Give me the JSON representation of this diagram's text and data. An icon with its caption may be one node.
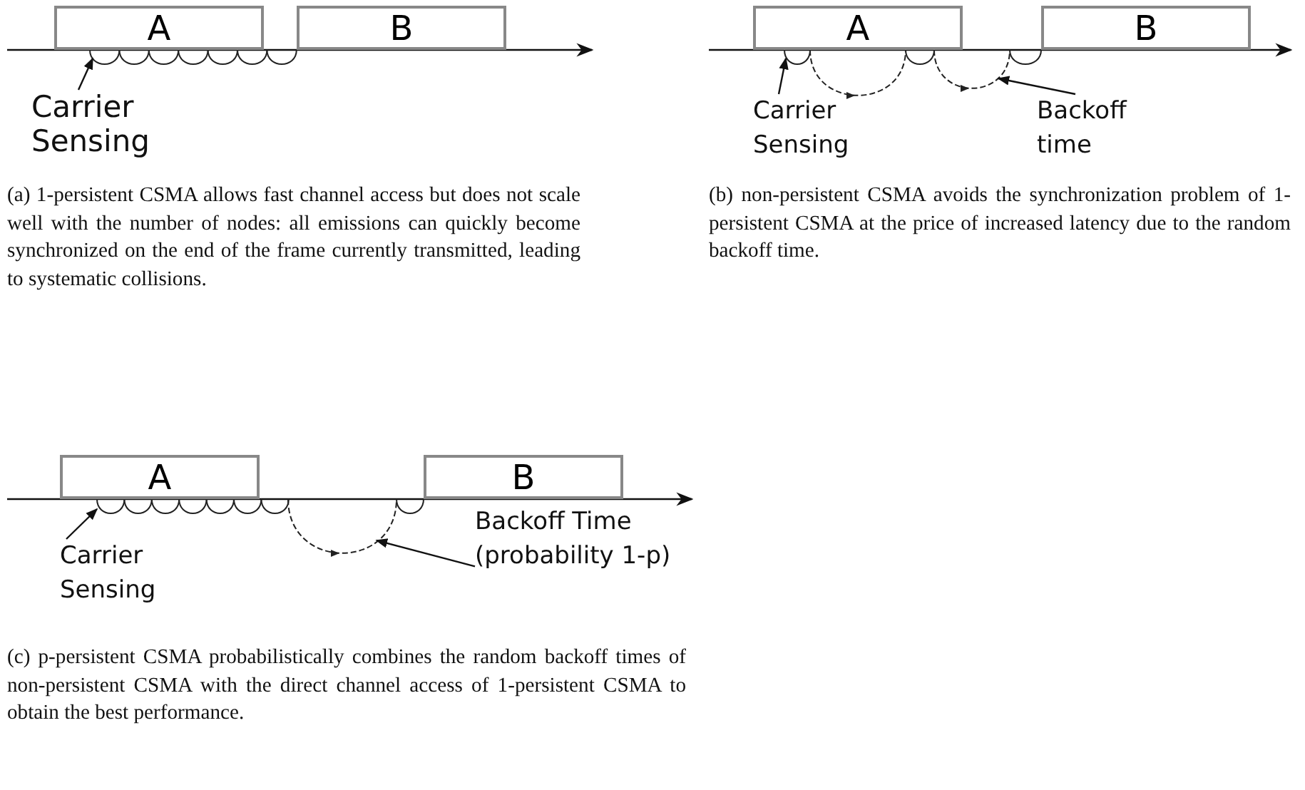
{
  "diagram": {
    "nodes": [
      {
        "text": [
          "A"
        ]
      },
      {
        "text": [
          "B"
        ]
      },
      {
        "text": [],
        "shape": "arc"
      },
      {
        "text": [
          "Carrier Sensing"
        ]
      },
      {
        "text": [
          "A"
        ]
      },
      {
        "text": [
          "B"
        ]
      },
      {
        "text": [],
        "shape": "arc"
      },
      {
        "text": [],
        "shape": "arc"
      },
      {
        "text": [],
        "shape": "arc"
      },
      {
        "text": [
          "Carrier Sensing"
        ]
      },
      {
        "text": [
          "Backoff time"
        ]
      },
      {
        "text": [
          "A"
        ]
      },
      {
        "text": [
          "B"
        ]
      },
      {
        "text": [],
        "shape": "arc"
      },
      {
        "text": [],
        "shape": "arc"
      },
      {
        "text": [
          "Carrier Sensing"
        ]
      },
      {
        "text": [
          "Backoff Time (probability 1-p)"
        ]
      }
    ],
    "edges": [
      {
        "from": 3,
        "to": 2,
        "arrow": "to"
      },
      {
        "from": 9,
        "to": 6,
        "arrow": "to"
      },
      {
        "from": 10,
        "to": 8,
        "arrow": "to"
      },
      {
        "from": 15,
        "to": 13,
        "arrow": "to"
      },
      {
        "from": 16,
        "to": 14,
        "arrow": "to"
      }
    ],
    "labels": [
      "(a) 1-persistent CSMA allows fast channel access but does not scale well with the number of nodes: all emissions can quickly become synchronized on the end of the frame currently transmitted, leading to systematic collisions.",
      "(b) non-persistent CSMA avoids the synchronization problem of 1-persistent CSMA at the price of increased latency due to the random backoff time.",
      "(c) p-persistent CSMA probabilistically combines the random backoff times of non-persistent CSMA with the direct channel access of 1-persistent CSMA to obtain the best performance."
    ]
  }
}
